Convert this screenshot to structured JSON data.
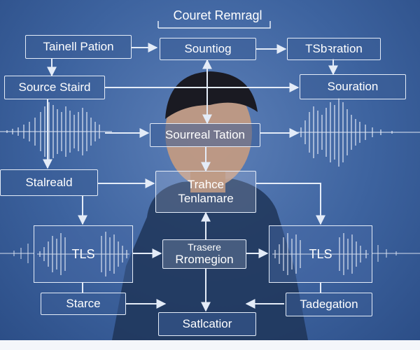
{
  "diagram": {
    "title": "Couret Remragl",
    "nodes": {
      "tainell_pation": "Tainell Pation",
      "sountiog": "Sountiog",
      "tsbration": "TSbꝛration",
      "source_staird": "Source Staird",
      "souration": "Souration",
      "sourreal_tation": "Sourreal Tation",
      "stalreald": "Stalreald",
      "trahce_line1": "Trahce",
      "trahce_line2": "Tenlamare",
      "tls_left": "TLS",
      "trasere_line1": "Trasere",
      "trasere_line2": "Rromegion",
      "tls_right": "TLS",
      "starce": "Starce",
      "tadegation": "Tadegation",
      "satlcatior": "Satlcatior"
    }
  },
  "colors": {
    "background": "#3d639f",
    "line": "#e4ecf8",
    "text": "#ffffff"
  }
}
